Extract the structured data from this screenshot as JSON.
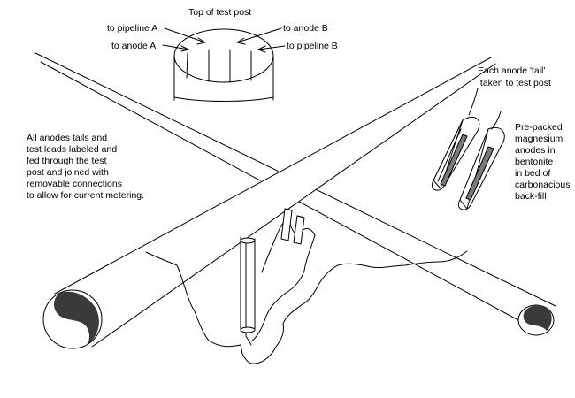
{
  "test_post": {
    "title": "Top of test post",
    "to_pipeline_a": "to pipeline A",
    "to_anode_a": "to anode A",
    "to_anode_b": "to anode B",
    "to_pipeline_b": "to pipeline B"
  },
  "left_note": {
    "lines": [
      "All anodes tails and",
      "test leads labeled and",
      "fed through the test",
      "post and joined with",
      "removable connections",
      "to allow for  current metering."
    ]
  },
  "anode_tail_note": {
    "lines": [
      "Each anode 'tail'",
      " taken to test post"
    ]
  },
  "anode_note": {
    "lines": [
      "Pre-packed",
      "magnesium",
      "anodes in",
      "bentonite",
      "in bed of",
      "carbonacious",
      "back-fill"
    ]
  },
  "colors": {
    "line": "#000000",
    "pipe_shade": "#3a3a3a",
    "anode_core": "#7a7a7a",
    "background": "#ffffff"
  }
}
